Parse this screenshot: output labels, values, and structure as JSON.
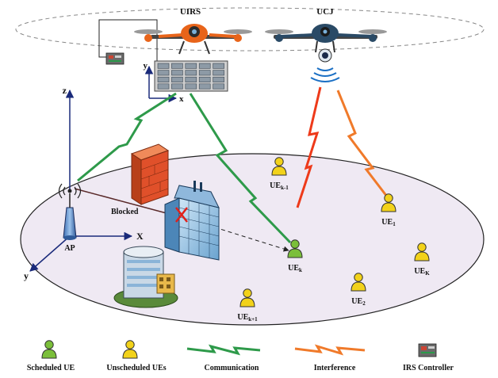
{
  "drones": {
    "uirs_label": "UIRS",
    "ucj_label": "UCJ"
  },
  "axes_air": {
    "y": "y",
    "x": "x"
  },
  "axes_ground": {
    "z": "z",
    "x": "X",
    "y": "y"
  },
  "ap_label": "AP",
  "blocked_label": "Blocked",
  "ues": [
    {
      "base": "UE",
      "sub": "k-1",
      "scheduled": false
    },
    {
      "base": "UE",
      "sub": "1",
      "scheduled": false
    },
    {
      "base": "UE",
      "sub": "k",
      "scheduled": true
    },
    {
      "base": "UE",
      "sub": "K",
      "scheduled": false
    },
    {
      "base": "UE",
      "sub": "2",
      "scheduled": false
    },
    {
      "base": "UE",
      "sub": "k+1",
      "scheduled": false
    }
  ],
  "legend": {
    "scheduled": "Scheduled UE",
    "unscheduled": "Unscheduled UEs",
    "communication": "Communication",
    "interference": "Interference",
    "controller": "IRS Controller"
  },
  "colors": {
    "communication": "#2e9a4a",
    "interference": "#ee3a1a",
    "scheduled_ue": "#7bbf3a",
    "unscheduled_ue": "#f2d21a",
    "ellipse_fill": "#efe9f3",
    "drone_uirs": "#e8641a",
    "drone_ucj": "#2a4a66"
  }
}
